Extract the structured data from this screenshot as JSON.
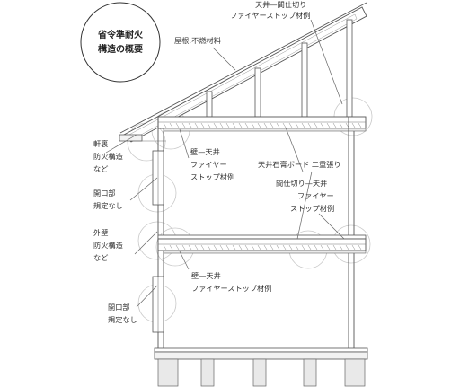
{
  "title": [
    "省令準耐火",
    "構造の概要"
  ],
  "labels": {
    "ceiling_partition_fs": [
      "天井—間仕切り",
      "ファイヤーストップ材例"
    ],
    "roof": "屋根:不燃材料",
    "eave": [
      "軒裏",
      "防火構造",
      "など"
    ],
    "wall_ceiling_fs_upper": [
      "壁—天井",
      "ファイヤー",
      "ストップ材例"
    ],
    "gypsum": "天井石膏ボード 二重張り",
    "opening_upper": [
      "開口部",
      "規定なし"
    ],
    "partition_ceiling_fs": [
      "間仕切り—天井",
      "ファイヤー",
      "ストップ材例"
    ],
    "exterior_wall": [
      "外壁",
      "防火構造",
      "など"
    ],
    "wall_ceiling_fs_lower": [
      "壁—天井",
      "ファイヤーストップ材例"
    ],
    "opening_lower": [
      "開口部",
      "規定なし"
    ]
  }
}
